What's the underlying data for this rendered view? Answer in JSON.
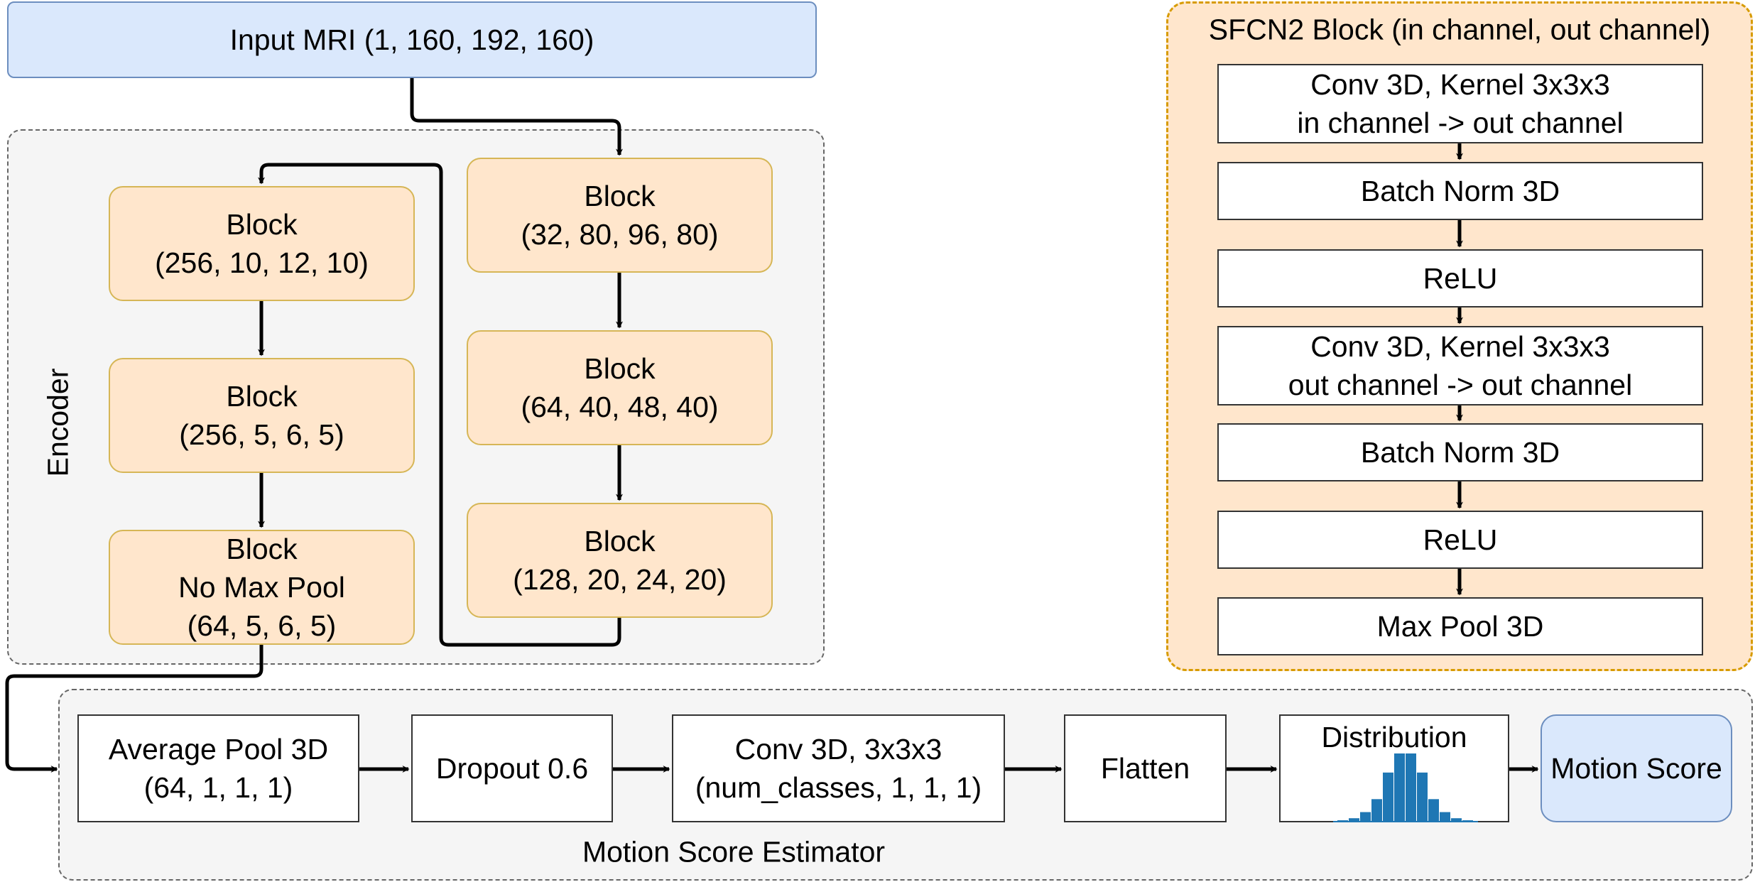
{
  "input": {
    "label": "Input MRI (1, 160, 192, 160)"
  },
  "encoder": {
    "label": "Encoder",
    "blocks": [
      {
        "title": "Block",
        "dims": "(32, 80, 96, 80)"
      },
      {
        "title": "Block",
        "dims": "(64, 40, 48, 40)"
      },
      {
        "title": "Block",
        "dims": "(128, 20, 24, 20)"
      },
      {
        "title": "Block",
        "dims": "(256, 10, 12, 10)"
      },
      {
        "title": "Block",
        "dims": "(256, 5, 6, 5)"
      },
      {
        "title": "Block",
        "subtitle": "No Max Pool",
        "dims": "(64, 5, 6, 5)"
      }
    ]
  },
  "sfcn2": {
    "title": "SFCN2 Block (in channel, out channel)",
    "steps": [
      {
        "line1": "Conv 3D, Kernel 3x3x3",
        "line2": "in channel -> out channel"
      },
      {
        "line1": "Batch Norm 3D"
      },
      {
        "line1": "ReLU"
      },
      {
        "line1": "Conv 3D, Kernel 3x3x3",
        "line2": "out channel -> out channel"
      },
      {
        "line1": "Batch Norm 3D"
      },
      {
        "line1": "ReLU"
      },
      {
        "line1": "Max Pool 3D"
      }
    ]
  },
  "estimator": {
    "label": "Motion Score Estimator",
    "steps": [
      {
        "line1": "Average Pool 3D",
        "line2": "(64, 1, 1, 1)"
      },
      {
        "line1": "Dropout 0.6"
      },
      {
        "line1": "Conv 3D, 3x3x3",
        "line2": "(num_classes, 1, 1, 1)"
      },
      {
        "line1": "Flatten"
      },
      {
        "line1": "Distribution"
      }
    ],
    "histogram": [
      0.02,
      0.05,
      0.14,
      0.33,
      0.72,
      1.0,
      1.0,
      0.72,
      0.33,
      0.14,
      0.05,
      0.02
    ],
    "output": "Motion Score"
  },
  "colors": {
    "blue_fill": "#dae8fc",
    "blue_stroke": "#6c8ebf",
    "orange_fill": "#ffe6cc",
    "orange_stroke": "#d6b656",
    "sfcn_stroke": "#d79b00",
    "container_fill": "#f5f5f5",
    "bar_color": "#1f77b4"
  }
}
